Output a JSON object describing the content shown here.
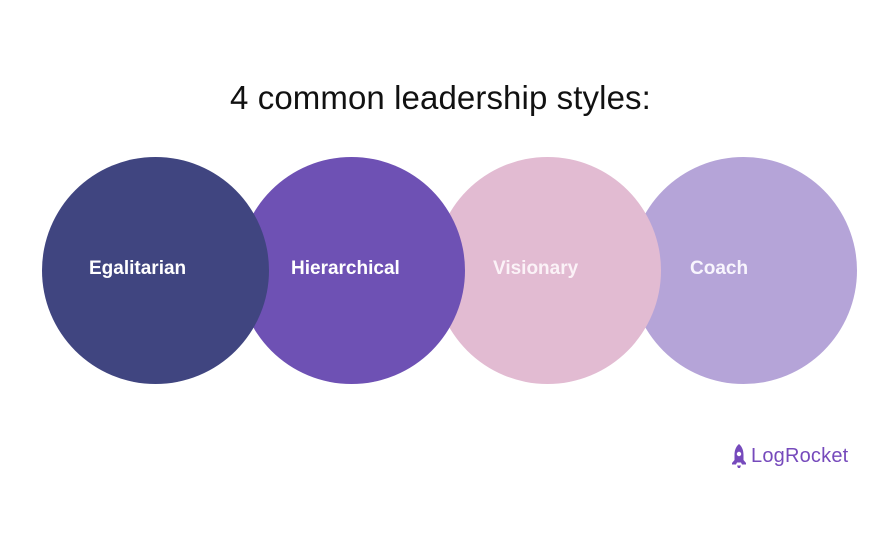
{
  "title": "4 common leadership styles:",
  "styles": [
    {
      "label": "Egalitarian",
      "color": "#404580"
    },
    {
      "label": "Hierarchical",
      "color": "#6e51b4"
    },
    {
      "label": "Visionary",
      "color": "#e2bbd2"
    },
    {
      "label": "Coach",
      "color": "#b5a4d8"
    }
  ],
  "logo": {
    "icon": "rocket-icon",
    "text": "LogRocket",
    "color": "#764abc"
  }
}
